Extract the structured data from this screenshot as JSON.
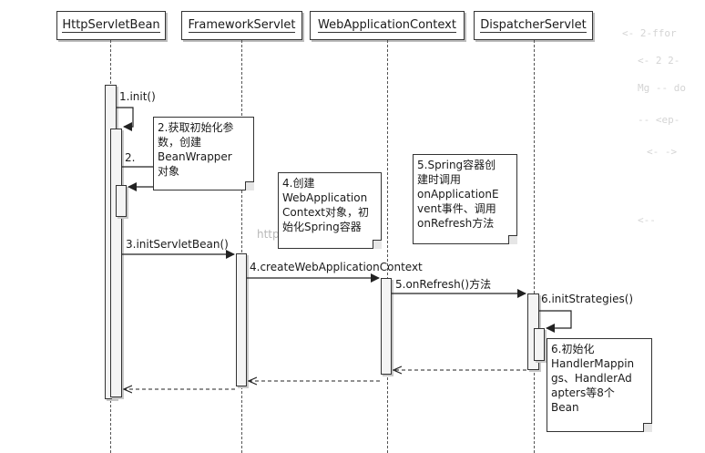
{
  "lifelines": [
    {
      "name": "HttpServletBean"
    },
    {
      "name": "FrameworkServlet"
    },
    {
      "name": "WebApplicationContext"
    },
    {
      "name": "DispatcherServlet"
    }
  ],
  "messages": {
    "m1": "1.init()",
    "m2": "2.",
    "m3": "3.initServletBean()",
    "m4": "4.createWebApplicationContext",
    "m5": "5.onRefresh()方法",
    "m6": "6.initStrategies()"
  },
  "notes": {
    "n2": "2.获取初始化参\n数，创建\nBeanWrapper\n对象",
    "n4": "4.创建\nWebApplication\nContext对象，初\n始化Spring容器",
    "n5": "5.Spring容器创\n建时调用\nonApplicationE\nvent事件、调用\nonRefresh方法",
    "n6": "6.初始化\nHandlerMappin\ngs、HandlerAd\napters等8个\nBean"
  },
  "watermark": "http://blog.csdn",
  "background_text": [
    "<- 2-ffor",
    "<- 2 2-",
    "Mg -- do",
    "-- <ep-",
    "<- ->",
    "<--"
  ]
}
